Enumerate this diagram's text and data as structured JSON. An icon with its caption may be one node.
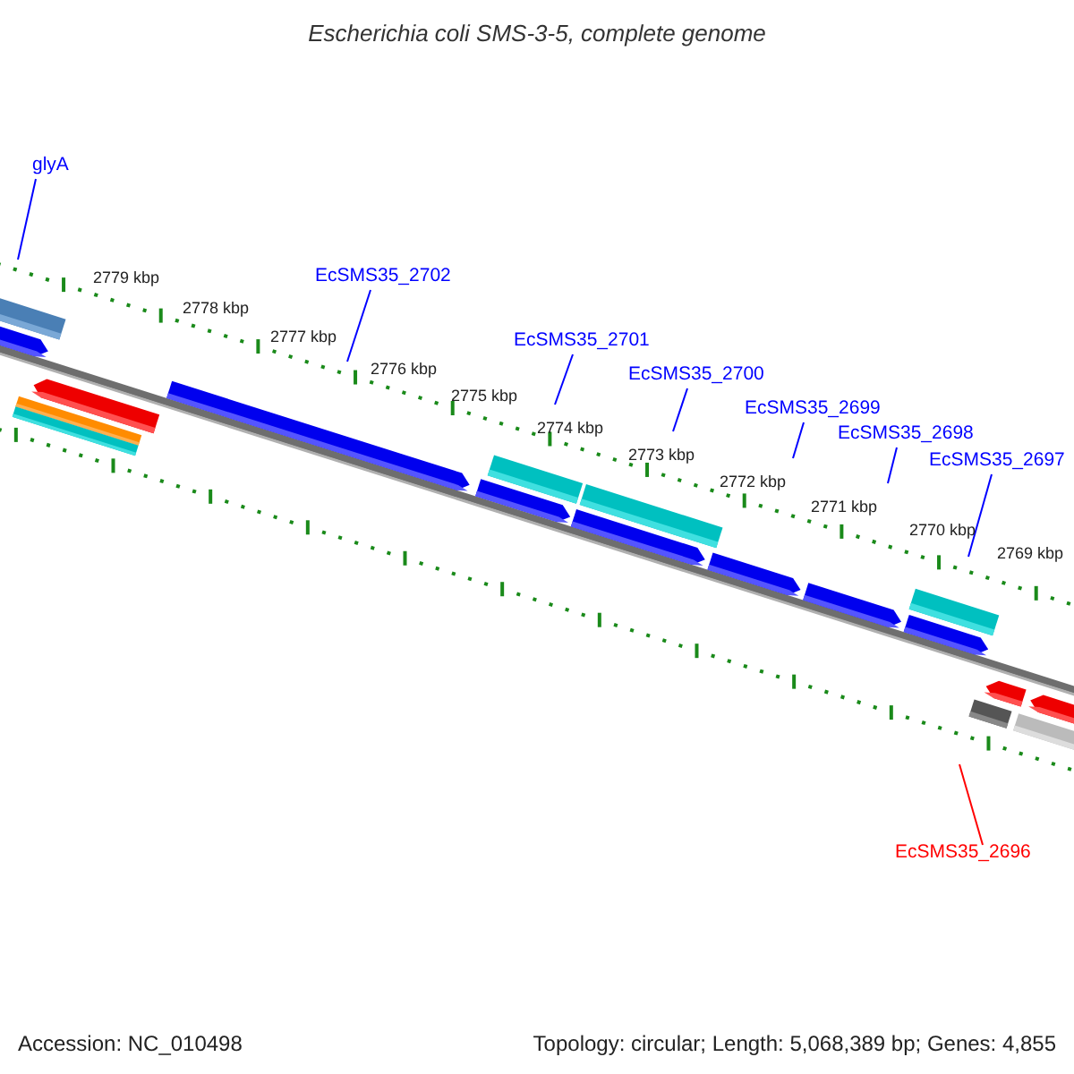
{
  "diagram": {
    "title": "Escherichia coli SMS-3-5, complete genome",
    "nodes": [
      {
        "text": [
          "glyA"
        ]
      },
      {
        "text": [
          "EcSMS35_2702"
        ]
      },
      {
        "text": [
          "EcSMS35_2701"
        ]
      },
      {
        "text": [
          "EcSMS35_2700"
        ]
      },
      {
        "text": [
          "EcSMS35_2699"
        ]
      },
      {
        "text": [
          "EcSMS35_2698"
        ]
      },
      {
        "text": [
          "EcSMS35_2697"
        ]
      },
      {
        "text": [
          "EcSMS35_2696"
        ]
      }
    ],
    "edges": [
      {
        "from": 0,
        "to": null,
        "arrow": "none"
      },
      {
        "from": 1,
        "to": null,
        "arrow": "none"
      },
      {
        "from": 2,
        "to": null,
        "arrow": "none"
      },
      {
        "from": 3,
        "to": null,
        "arrow": "none"
      },
      {
        "from": 4,
        "to": null,
        "arrow": "none"
      },
      {
        "from": 5,
        "to": null,
        "arrow": "none"
      },
      {
        "from": 6,
        "to": null,
        "arrow": "none"
      },
      {
        "from": 7,
        "to": null,
        "arrow": "none",
        "color": "#ff0000"
      }
    ],
    "labels": [
      "2779 kbp",
      "2778 kbp",
      "2777 kbp",
      "2776 kbp",
      "2775 kbp",
      "2774 kbp",
      "2773 kbp",
      "2772 kbp",
      "2771 kbp",
      "2770 kbp",
      "2769 kbp",
      "Accession: NC_010498",
      "Topology: circular; Length: 5,068,389 bp; Genes: 4,855"
    ]
  }
}
